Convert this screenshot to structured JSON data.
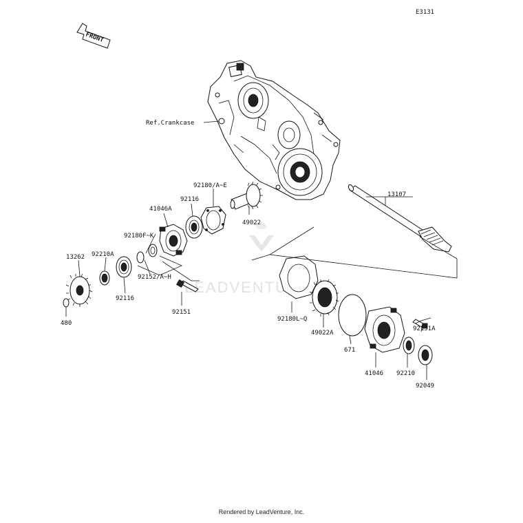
{
  "diagram_code": "E3131",
  "front_arrow_text": "FRONT",
  "watermark": "LEADVENTURE",
  "footer": "Rendered by LeadVenture, Inc.",
  "labels": {
    "ref_crankcase": "Ref.Crankcase",
    "p13107": "13107",
    "p92180_AE": "92180/A~E",
    "p92116_top": "92116",
    "p41046A": "41046A",
    "p49022": "49022",
    "p92180_FK": "92180F~K",
    "p13262": "13262",
    "p92210A": "92210A",
    "p92152_AH": "92152/A~H",
    "p92116_bottom": "92116",
    "p480": "480",
    "p92151": "92151",
    "p92180_LQ": "92180L~Q",
    "p49022A": "49022A",
    "p671": "671",
    "p92151A": "92151A",
    "p41046": "41046",
    "p92210": "92210",
    "p92049": "92049"
  }
}
